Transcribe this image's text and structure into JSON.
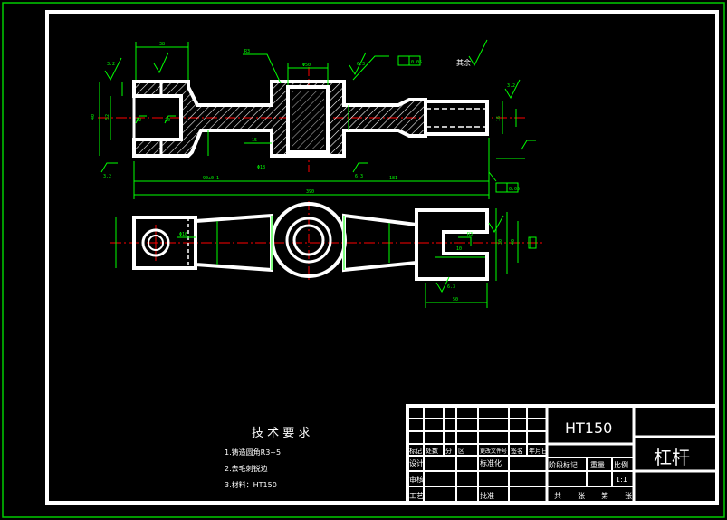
{
  "technical_requirements": {
    "heading": "技 术 要 求",
    "items": [
      "1.铸造圆角R3~5",
      "2.去毛刺锐边",
      "3.材料：HT150"
    ]
  },
  "title_block": {
    "material": "HT150",
    "part_name": "杠杆",
    "header_row": [
      "标记",
      "处数",
      "分",
      "区",
      "更改文件号",
      "签名",
      "年月日"
    ],
    "row_design": [
      "设计",
      "标准化"
    ],
    "row_check": [
      "审核"
    ],
    "row_process": [
      "工艺",
      "批准"
    ],
    "stage_headers": [
      "阶段标记",
      "重量",
      "比例"
    ],
    "scale": "1:1",
    "sheet_row": [
      "共",
      "张",
      "第",
      "张"
    ]
  },
  "front_view_dims": {
    "overall_length": "390",
    "left_length": "90±0.1",
    "right_length": "181",
    "top_left": "38",
    "boss_width": "Φ50",
    "tol_frame": "0.05",
    "roughness_a": "3.2",
    "roughness_b": "6.3",
    "roughness_c": "3.2",
    "roughness_d": "3.2",
    "roughness_e": "6.3",
    "rest": "其余",
    "section_thk": "15",
    "fillet": "R3",
    "fork_slot": "12",
    "fork_depth": "20",
    "hole": "Φ18",
    "left_h1": "40",
    "left_h2": "52",
    "tol_right": "0.05",
    "right_slot": "16"
  },
  "top_view_dims": {
    "left_hole": "Φ16",
    "right_w1": "30",
    "right_w2": "40",
    "right_len": "50",
    "right_slot": "10",
    "right_r": "R3",
    "roughness": "6.3"
  },
  "colors": {
    "background": "#000000",
    "outline": "#ffffff",
    "dimension": "#00ff00",
    "centerline": "#ff0000",
    "hatch": "#ffffff"
  }
}
